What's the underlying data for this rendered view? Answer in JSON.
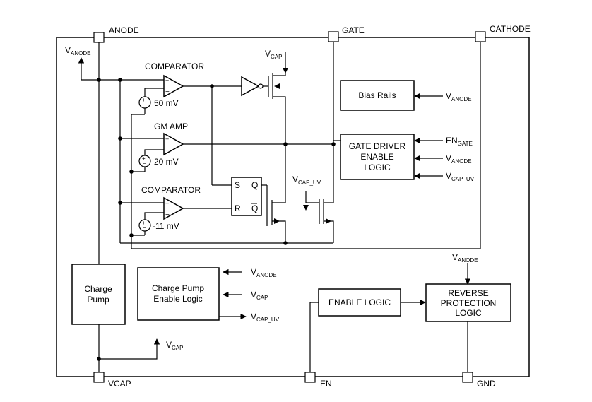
{
  "pins": {
    "anode": "ANODE",
    "gate": "GATE",
    "cathode": "CATHODE",
    "vcap": "VCAP",
    "en": "EN",
    "gnd": "GND"
  },
  "blocks": {
    "comparator_top": "COMPARATOR",
    "gm_amp": "GM AMP",
    "comparator_bottom": "COMPARATOR",
    "bias_rails": "Bias Rails",
    "gate_driver_1": "GATE DRIVER",
    "gate_driver_2": "ENABLE",
    "gate_driver_3": "LOGIC",
    "charge_pump_1": "Charge",
    "charge_pump_2": "Pump",
    "cp_enable_1": "Charge Pump",
    "cp_enable_2": "Enable Logic",
    "enable_logic": "ENABLE LOGIC",
    "reverse_1": "REVERSE",
    "reverse_2": "PROTECTION",
    "reverse_3": "LOGIC"
  },
  "sources": {
    "v50": "50 mV",
    "v20": "20 mV",
    "v11": "-11 mV"
  },
  "latch": {
    "s": "S",
    "r": "R",
    "q": "Q",
    "qbar": "Q"
  },
  "signals": {
    "v": "V",
    "en": "EN",
    "anode_sub": "ANODE",
    "cap_sub": "CAP",
    "cap_uv_sub": "CAP_UV",
    "gate_sub": "GATE"
  }
}
